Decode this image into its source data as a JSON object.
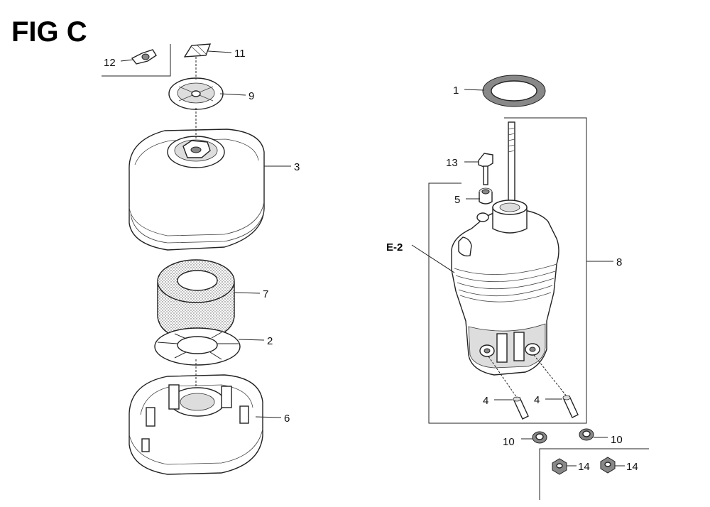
{
  "figure": {
    "title": "FIG C"
  },
  "reference": {
    "label": "E-2"
  },
  "callouts": {
    "c1": "1",
    "c2": "2",
    "c3": "3",
    "c4a": "4",
    "c4b": "4",
    "c5": "5",
    "c6": "6",
    "c7": "7",
    "c8": "8",
    "c9": "9",
    "c10a": "10",
    "c10b": "10",
    "c11": "11",
    "c12": "12",
    "c13": "13",
    "c14a": "14",
    "c14b": "14"
  }
}
